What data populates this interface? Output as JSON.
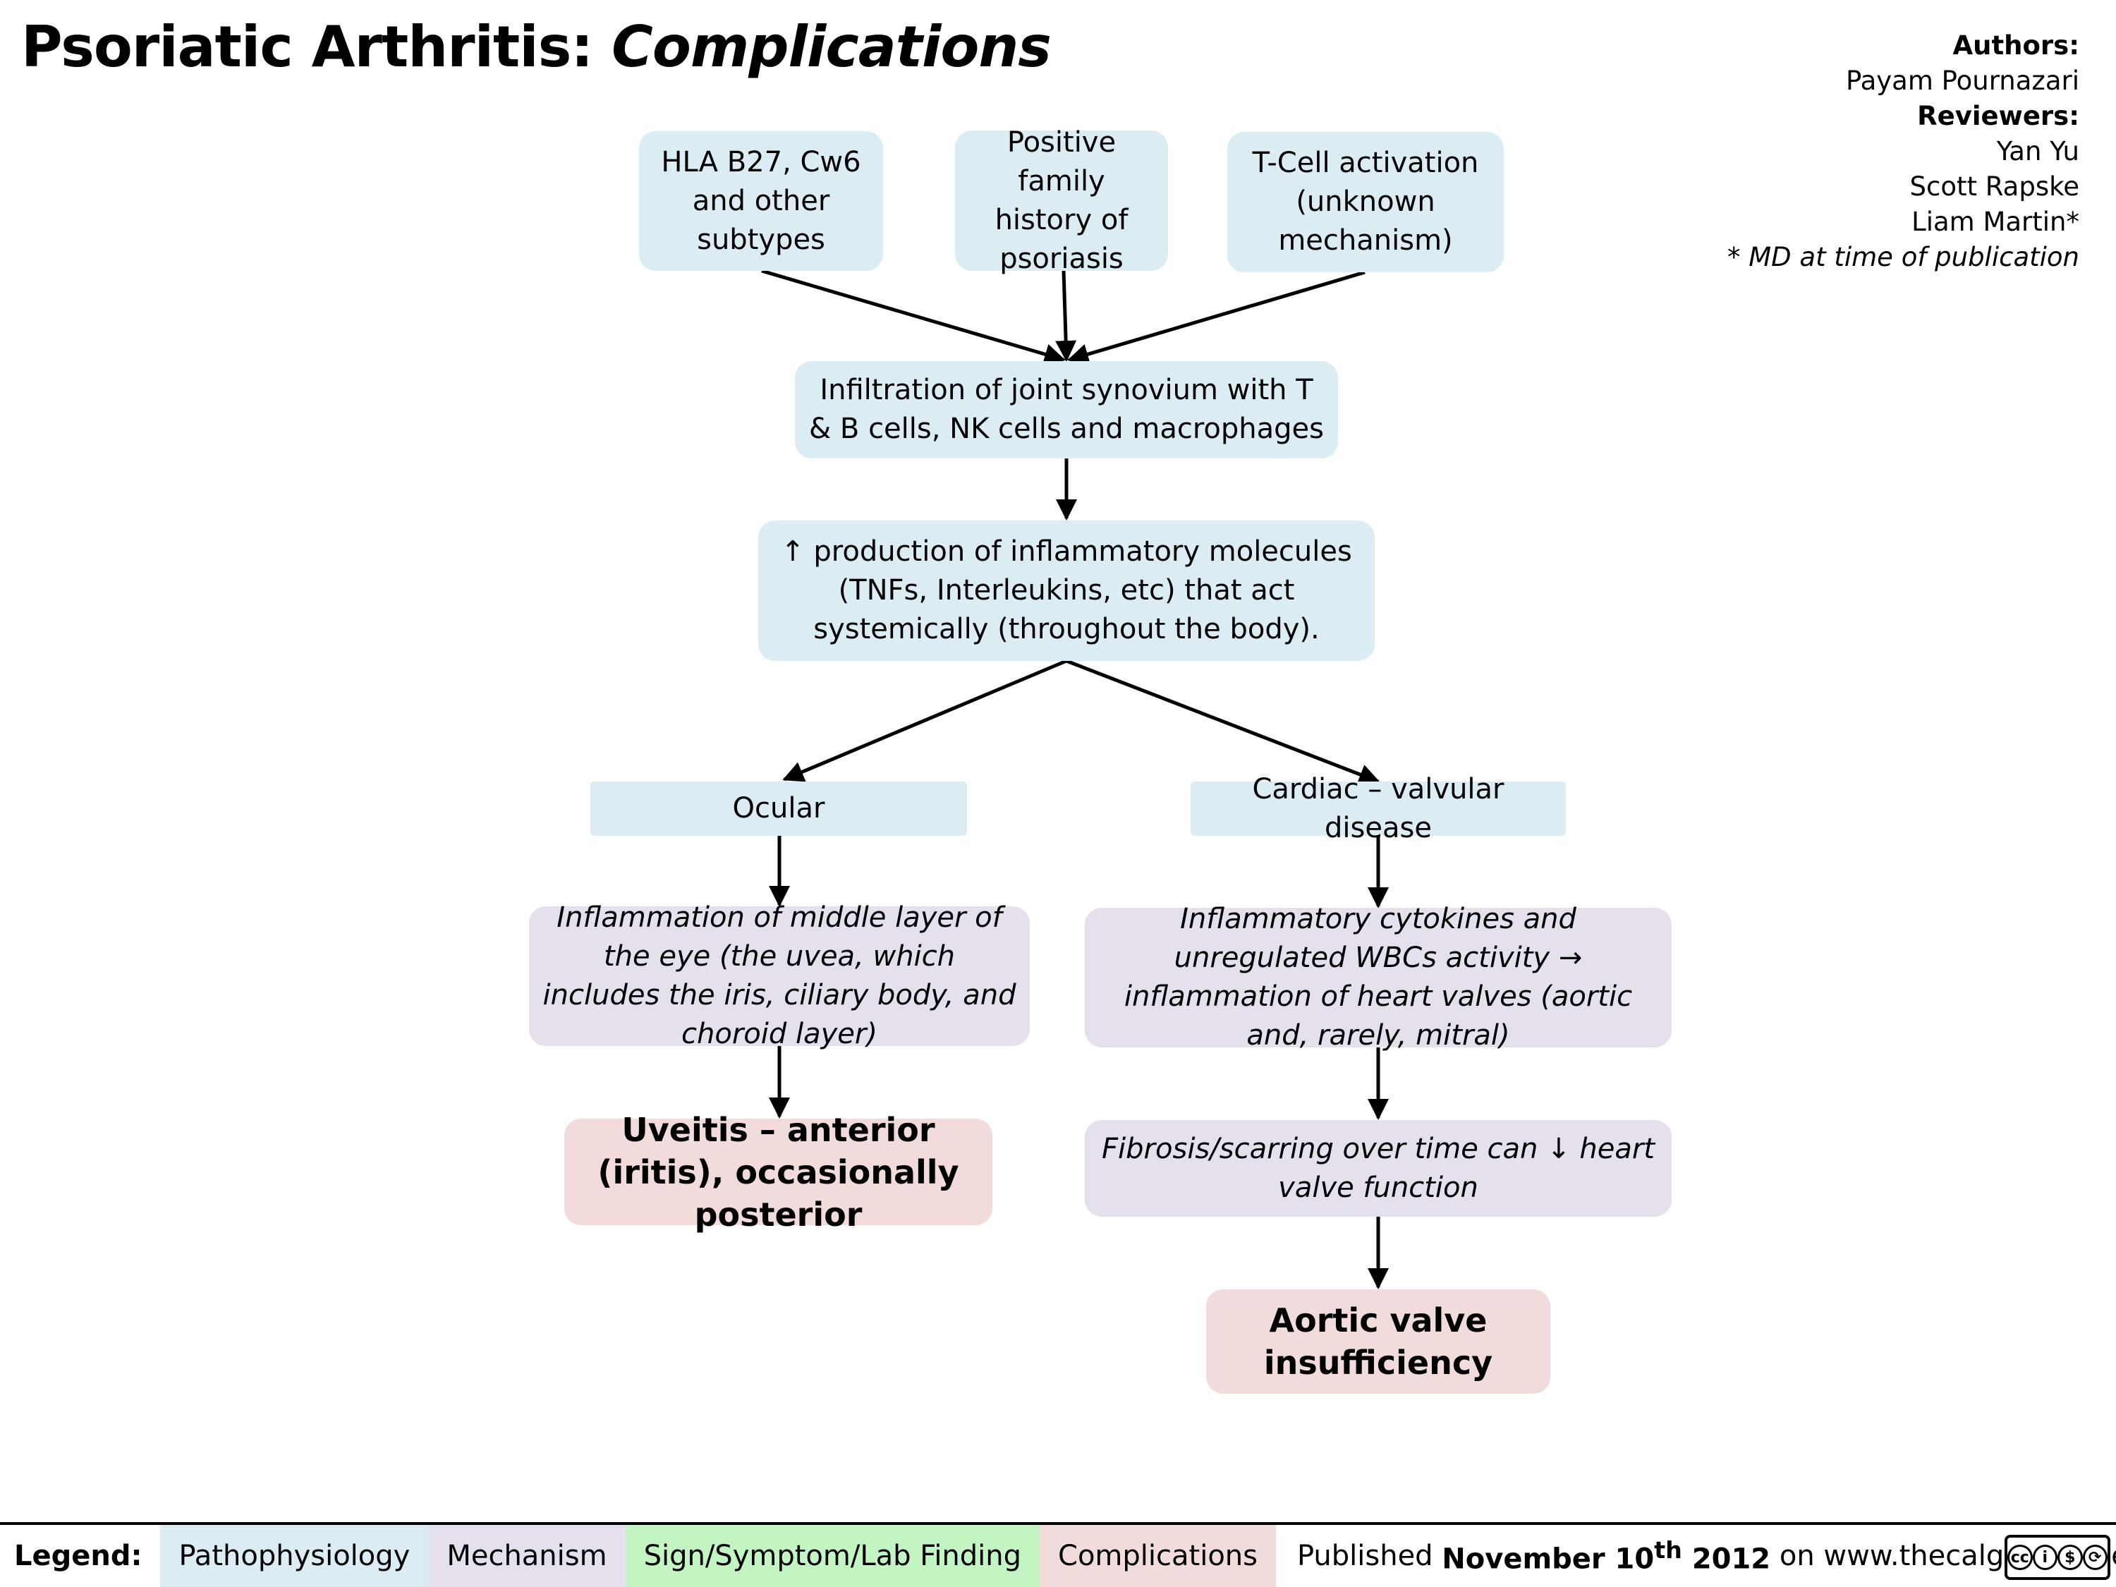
{
  "title": {
    "main": "Psoriatic Arthritis:",
    "sub": "Complications"
  },
  "credits": {
    "authors_label": "Authors:",
    "authors": [
      "Payam Pournazari"
    ],
    "reviewers_label": "Reviewers:",
    "reviewers": [
      "Yan Yu",
      "Scott Rapske",
      "Liam Martin*"
    ],
    "note": "* MD at time of publication"
  },
  "nodes": {
    "hla": "HLA B27, Cw6 and other subtypes",
    "family": "Positive family history of psoriasis",
    "tcell": "T-Cell activation (unknown mechanism)",
    "infiltration": "Infiltration of joint synovium with T & B cells, NK cells and macrophages",
    "production": "↑ production of inflammatory molecules (TNFs, Interleukins, etc) that act systemically (throughout the body).",
    "ocular": "Ocular",
    "cardiac": "Cardiac – valvular disease",
    "uvea": "Inflammation of middle layer of the eye (the uvea, which includes the iris, ciliary body, and choroid layer)",
    "cytokines": "Inflammatory cytokines and unregulated WBCs activity → inflammation of heart valves (aortic and, rarely, mitral)",
    "uveitis": "Uveitis – anterior (iritis), occasionally posterior",
    "fibrosis": "Fibrosis/scarring over time can ↓ heart valve function",
    "aortic": "Aortic valve insufficiency"
  },
  "legend": {
    "label": "Legend:",
    "items": [
      "Pathophysiology",
      "Mechanism",
      "Sign/Symptom/Lab Finding",
      "Complications"
    ],
    "published_prefix": "Published",
    "published_date": "November 10",
    "published_sup": "th",
    "published_year": "2012",
    "published_suffix": "on www.thecalgaryguide.com"
  },
  "colors": {
    "pathophysiology": "#dbedf3",
    "mechanism": "#e6e0ed",
    "sign_symptom": "#c2f5c2",
    "complications": "#f2dcdb"
  }
}
